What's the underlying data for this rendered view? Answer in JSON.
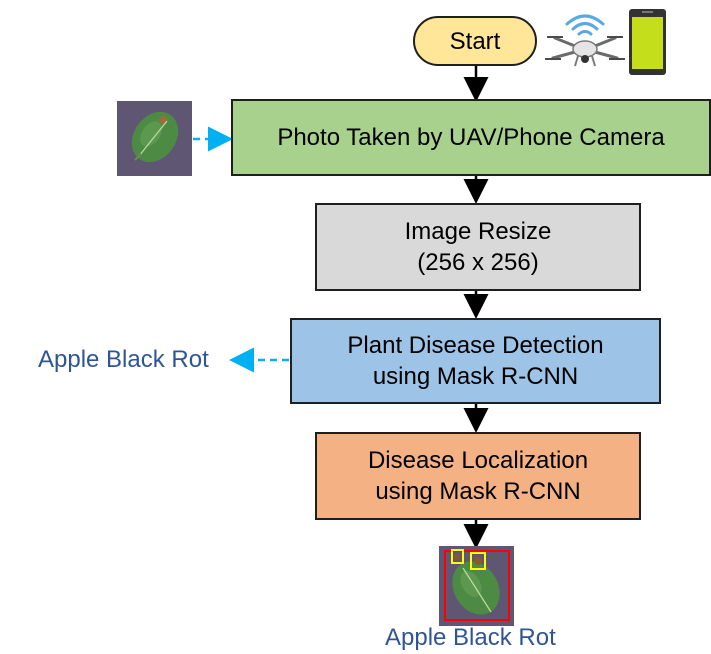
{
  "start_label": "Start",
  "steps": [
    {
      "lines": [
        "Photo Taken by UAV/Phone Camera"
      ],
      "color": "#a9d18e"
    },
    {
      "lines": [
        "Image Resize",
        "(256 x 256)"
      ],
      "color": "#d9d9d9"
    },
    {
      "lines": [
        "Plant Disease Detection",
        "using Mask R-CNN"
      ],
      "color": "#9dc3e6"
    },
    {
      "lines": [
        "Disease Localization",
        "using Mask R-CNN"
      ],
      "color": "#f4b183"
    }
  ],
  "detection_output_label": "Apple Black Rot",
  "final_output_label": "Apple Black Rot",
  "icons": [
    "drone-icon",
    "wifi-icon",
    "smartphone-icon",
    "leaf-photo",
    "leaf-detection-photo"
  ],
  "colors": {
    "start_fill": "#ffe699",
    "dashed_arrow": "#00b0f0",
    "output_text": "#2f5597",
    "bbox_disease": "#ffff00",
    "bbox_leaf": "#ff0000"
  }
}
